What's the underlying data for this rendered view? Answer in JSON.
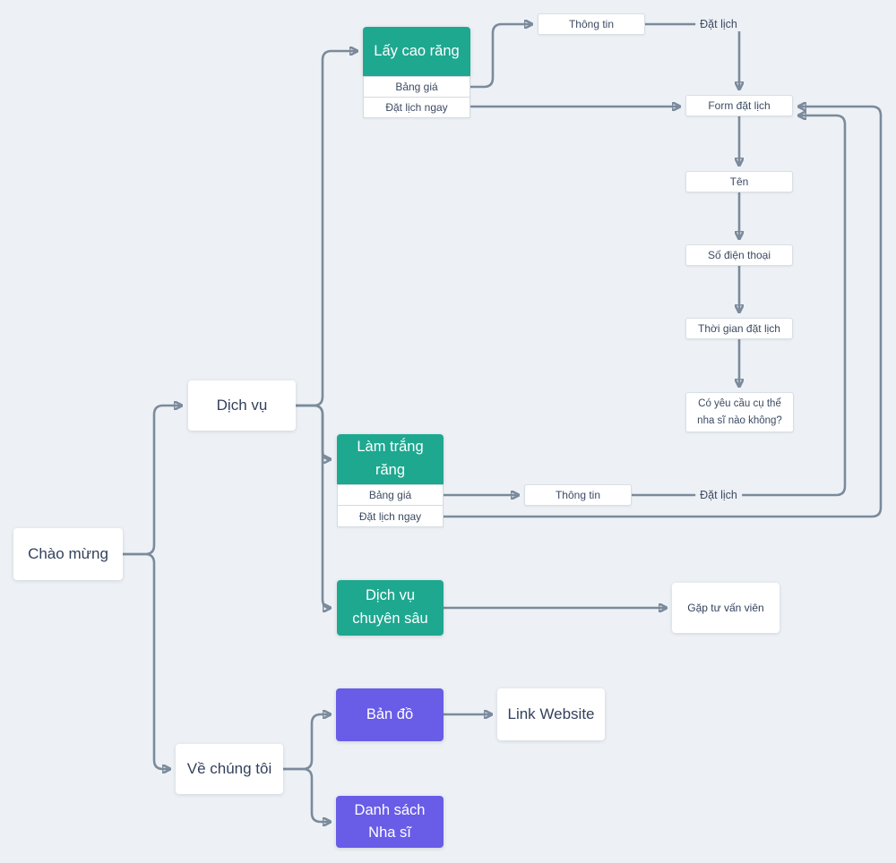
{
  "diagram": {
    "background": "#edf1f5",
    "connector_color": "#7b8a9c",
    "node_colors": {
      "teal": "#1ea890",
      "purple": "#695ce7",
      "white": "#ffffff"
    },
    "nodes": {
      "welcome": {
        "label": "Chào mừng"
      },
      "services": {
        "label": "Dịch vụ"
      },
      "about": {
        "label": "Về chúng tôi"
      },
      "scaling": {
        "title": "Lấy cao răng",
        "items": [
          {
            "label": "Bảng giá"
          },
          {
            "label": "Đặt lịch ngay"
          }
        ]
      },
      "whitening": {
        "title_lines": [
          "Làm trắng",
          "răng"
        ],
        "items": [
          {
            "label": "Bảng giá"
          },
          {
            "label": "Đặt lịch ngay"
          }
        ]
      },
      "deep_service": {
        "title_lines": [
          "Dịch vụ",
          "chuyên sâu"
        ]
      },
      "info_top": {
        "label": "Thông tin"
      },
      "info_mid": {
        "label": "Thông tin"
      },
      "booking_form": {
        "label": "Form đặt lịch"
      },
      "name": {
        "label": "Tên"
      },
      "phone": {
        "label": "Số điện thoại"
      },
      "booking_time": {
        "label": "Thời gian đặt lịch"
      },
      "dentist_request": {
        "lines": [
          "Có yêu cầu cụ thể",
          "nha sĩ nào không?"
        ]
      },
      "advisor": {
        "label": "Gặp tư vấn viên"
      },
      "map": {
        "label": "Bản đồ"
      },
      "website_link": {
        "label": "Link Website"
      },
      "dentist_list": {
        "lines": [
          "Danh sách",
          "Nha sĩ"
        ]
      }
    },
    "edge_labels": {
      "booking_top": "Đặt lịch",
      "booking_mid": "Đặt lịch"
    }
  }
}
